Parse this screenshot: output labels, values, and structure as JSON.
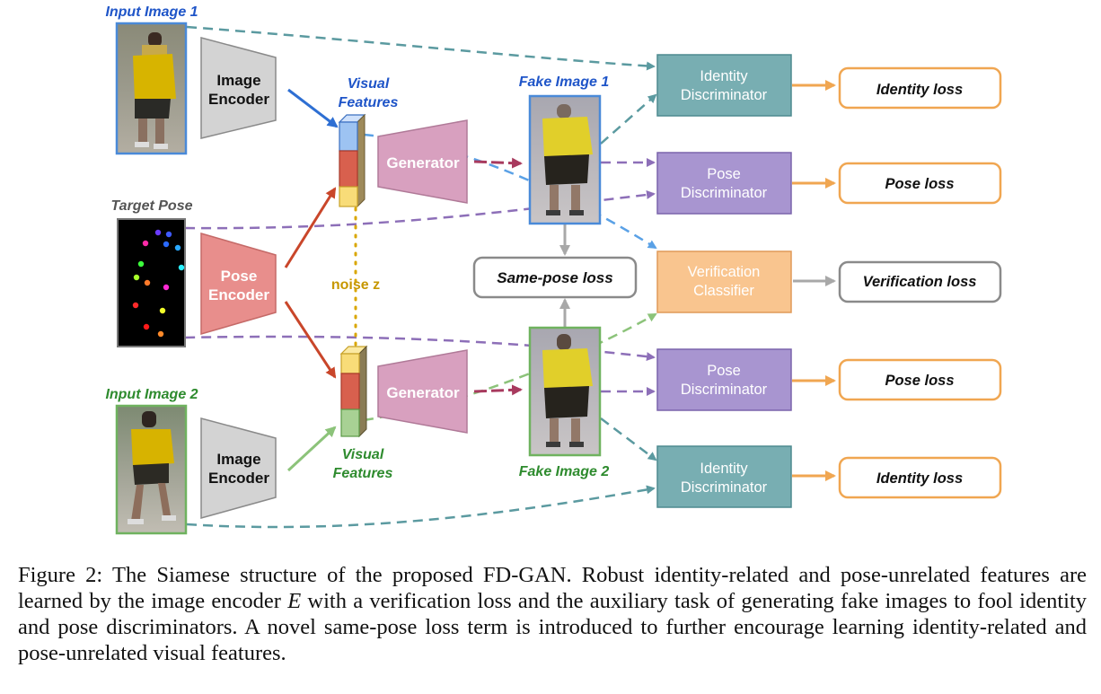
{
  "labels": {
    "input_image_1": "Input Image 1",
    "input_image_2": "Input Image 2",
    "target_pose": "Target Pose",
    "visual_features_1": [
      "Visual",
      "Features"
    ],
    "visual_features_2": [
      "Visual",
      "Features"
    ],
    "fake_image_1": "Fake Image 1",
    "fake_image_2": "Fake Image 2",
    "noise": "noise z"
  },
  "blocks": {
    "image_encoder_1": [
      "Image",
      "Encoder"
    ],
    "image_encoder_2": [
      "Image",
      "Encoder"
    ],
    "pose_encoder": [
      "Pose",
      "Encoder"
    ],
    "generator_1": "Generator",
    "generator_2": "Generator",
    "identity_discriminator_1": [
      "Identity",
      "Discriminator"
    ],
    "pose_discriminator_1": [
      "Pose",
      "Discriminator"
    ],
    "verification_classifier": [
      "Verification",
      "Classifier"
    ],
    "pose_discriminator_2": [
      "Pose",
      "Discriminator"
    ],
    "identity_discriminator_2": [
      "Identity",
      "Discriminator"
    ]
  },
  "losses": {
    "identity_loss_1": "Identity loss",
    "pose_loss_1": "Pose loss",
    "same_pose_loss": "Same-pose loss",
    "verification_loss": "Verification loss",
    "pose_loss_2": "Pose loss",
    "identity_loss_2": "Identity loss"
  },
  "colors": {
    "teal": "#5b9aa0",
    "teal_fill": "#78aeb2",
    "purple": "#8d6fb8",
    "purple_fill": "#a895d0",
    "orange": "#f0a651",
    "orange_fill": "#f9c58f",
    "pink_fill": "#d8a0bf",
    "red_fill": "#e88e8c",
    "gray_fill": "#d3d3d3",
    "blue_label": "#1f55c8",
    "green_label": "#2e8b2e",
    "noise_label": "#c79700"
  },
  "caption": {
    "part1": "Figure 2: The Siamese structure of the proposed FD-GAN. Robust identity-related and pose-unrelated features are learned by the image encoder ",
    "math": "E",
    "part2": " with a verification loss and the auxiliary task of generating fake images to fool identity and pose discriminators. A novel same-pose loss term is introduced to further encourage learning identity-related and pose-unrelated visual features."
  }
}
